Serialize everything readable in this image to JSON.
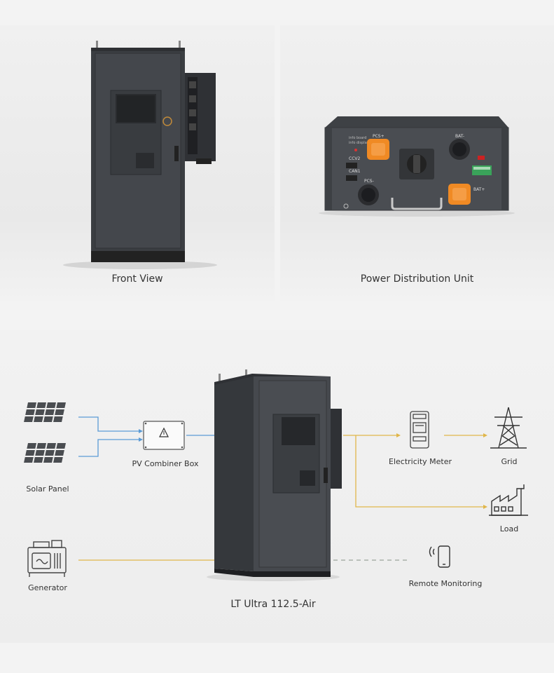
{
  "front_view": {
    "caption": "Front View"
  },
  "pdu": {
    "caption": "Power Distribution Unit",
    "labels": {
      "pcs_pos": "PCS+",
      "pcs_neg": "PCS-",
      "bat_neg": "BAT-",
      "bat_pos": "BAT+",
      "can2": "CCV2",
      "can1": "CAN1"
    }
  },
  "system": {
    "product_label": "LT Ultra 112.5-Air",
    "nodes": {
      "solar_panel": "Solar Panel",
      "pv_combiner_box": "PV Combiner Box",
      "generator": "Generator",
      "electricity_meter": "Electricity Meter",
      "grid": "Grid",
      "load": "Load",
      "remote_monitoring": "Remote Monitoring"
    },
    "colors": {
      "pv_line": "#5b9bd5",
      "power_line": "#e0b64a",
      "monitor_line": "#9aa59a",
      "cabinet": "#3c3f43",
      "orange": "#f08a24"
    }
  }
}
